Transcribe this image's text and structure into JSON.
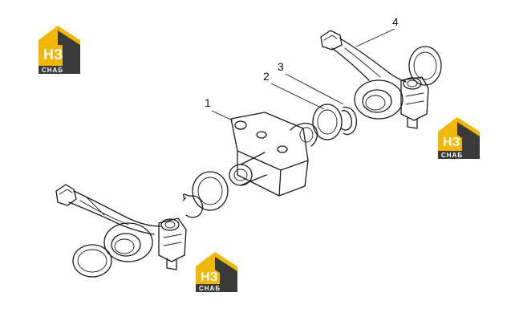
{
  "diagram": {
    "callouts": [
      {
        "id": "1",
        "label": "1"
      },
      {
        "id": "2",
        "label": "2"
      },
      {
        "id": "3",
        "label": "3"
      },
      {
        "id": "4",
        "label": "4"
      }
    ]
  },
  "watermark": {
    "brand_main": "НЗ",
    "brand_sub": "СНАБ",
    "colors": {
      "accent": "#f2b705",
      "dark": "#3a3a3a",
      "text": "#ffffff"
    }
  }
}
